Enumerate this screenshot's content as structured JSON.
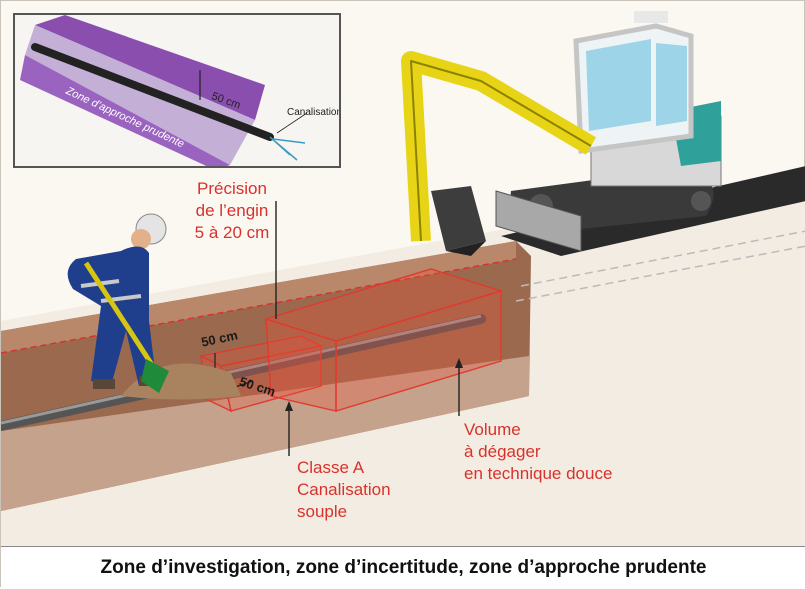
{
  "inset": {
    "zone_text": "Zone d’approche prudente",
    "dimension": "50 cm",
    "pipe_label": "Canalisation"
  },
  "labels": {
    "machine_precision": "Précision\nde l’engin\n5 à 20 cm",
    "class_a": "Classe A\nCanalisation\nsouple",
    "volume": "Volume\nà dégager\nen technique douce",
    "dim_vertical": "50 cm",
    "dim_horizontal": "50 cm"
  },
  "caption": "Zone d’investigation, zone d’incertitude, zone d’approche prudente",
  "colors": {
    "accent_red": "#d8322b",
    "excavator_yellow": "#e8d417",
    "worker_blue": "#1f3f8c",
    "inset_zone_purple": "#8a4fae"
  }
}
